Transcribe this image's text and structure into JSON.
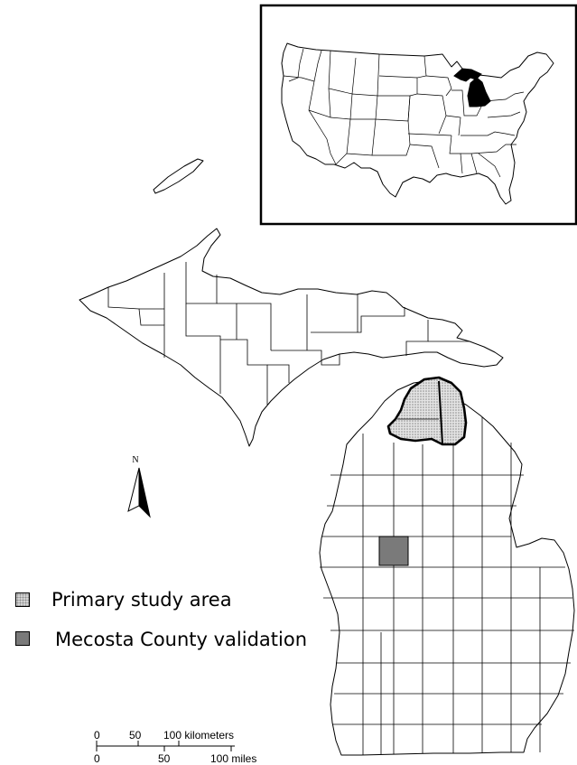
{
  "legend": {
    "primary_label": "Primary study area",
    "mecosta_label": "Mecosta County validation"
  },
  "north_arrow": {
    "label": "N"
  },
  "scale_bar": {
    "km_ticks": [
      "0",
      "50",
      "100 kilometers"
    ],
    "mile_ticks": [
      "0",
      "50",
      "100 miles"
    ]
  },
  "colors": {
    "primary_fill": "#d4d4d4",
    "mecosta_fill": "#7a7a7a",
    "michigan_inset_fill": "#000000",
    "county_stroke": "#000000"
  }
}
